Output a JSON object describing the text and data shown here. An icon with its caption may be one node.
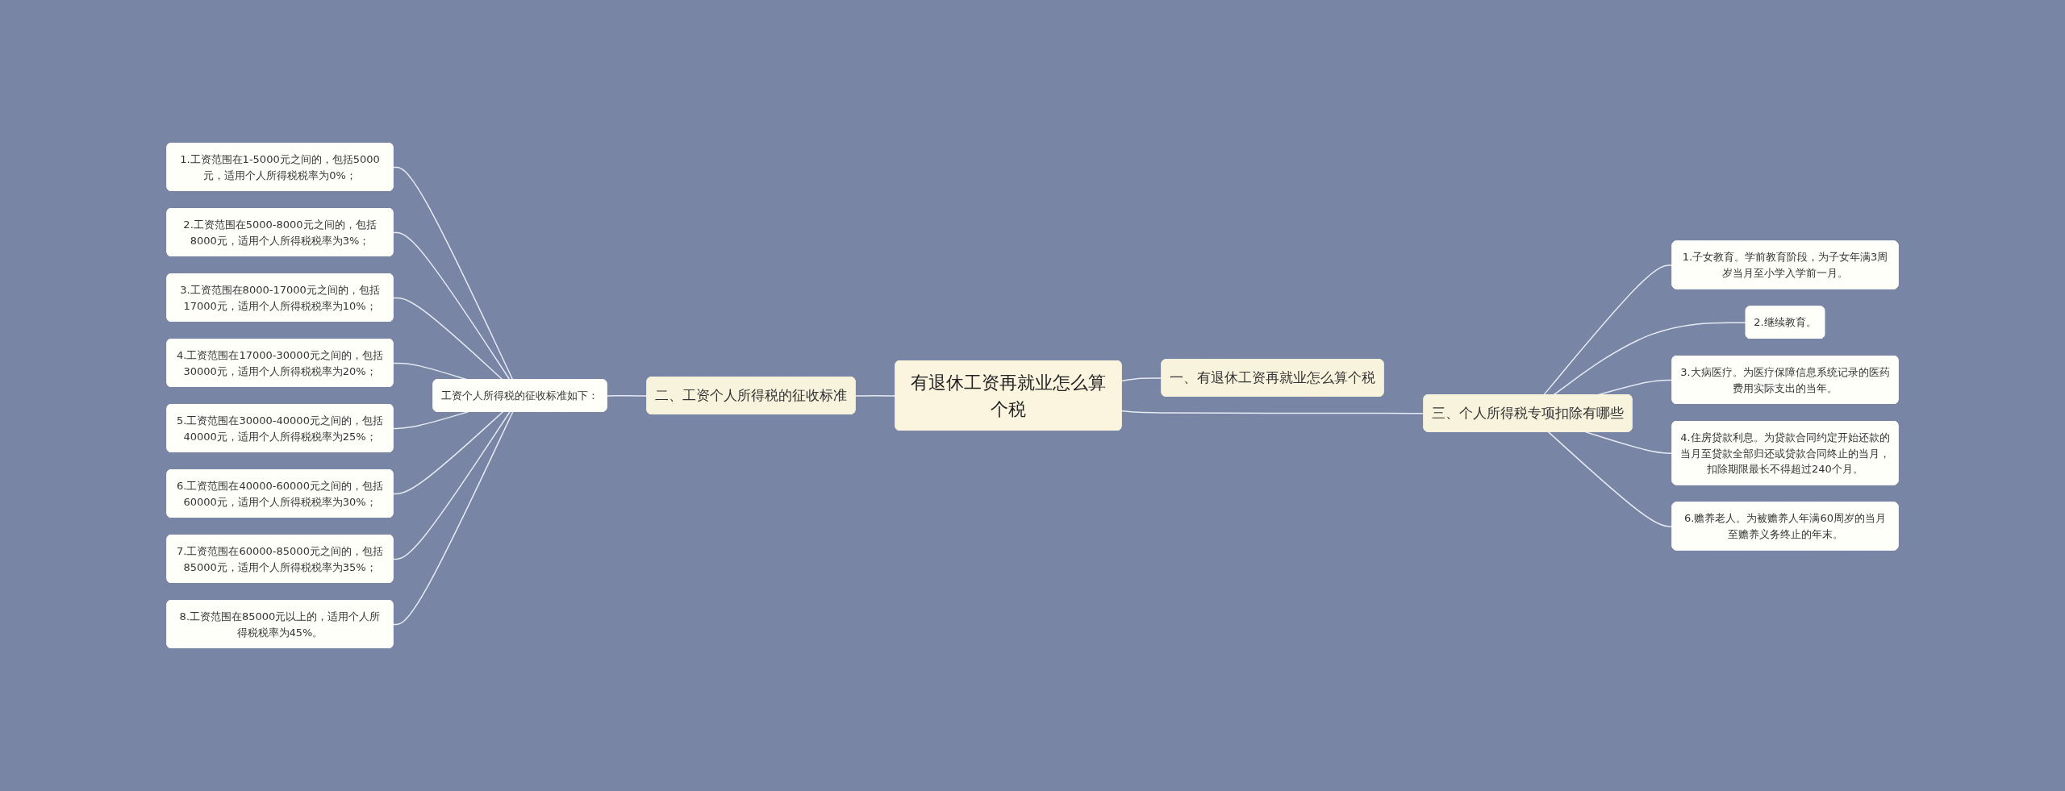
{
  "diagram": {
    "nodes": [
      {
        "text": [
          "有退休工资再就业怎么算个税"
        ]
      },
      {
        "text": [
          "一、有退休工资再就业怎么算个税"
        ]
      },
      {
        "text": [
          "二、工资个人所得税的征收标准"
        ]
      },
      {
        "text": [
          "工资个人所得税的征收标准如下："
        ]
      },
      {
        "text": [
          "1.工资范围在1-5000元之间的，包括5000元，适用个人所得税税率为0%；"
        ]
      },
      {
        "text": [
          "2.工资范围在5000-8000元之间的，包括8000元，适用个人所得税税率为3%；"
        ]
      },
      {
        "text": [
          "3.工资范围在8000-17000元之间的，包括17000元，适用个人所得税税率为10%；"
        ]
      },
      {
        "text": [
          "4.工资范围在17000-30000元之间的，包括30000元，适用个人所得税税率为20%；"
        ]
      },
      {
        "text": [
          "5.工资范围在30000-40000元之间的，包括40000元，适用个人所得税税率为25%；"
        ]
      },
      {
        "text": [
          "6.工资范围在40000-60000元之间的，包括60000元，适用个人所得税税率为30%；"
        ]
      },
      {
        "text": [
          "7.工资范围在60000-85000元之间的，包括85000元，适用个人所得税税率为35%；"
        ]
      },
      {
        "text": [
          "8.工资范围在85000元以上的，适用个人所得税税率为45%。"
        ]
      },
      {
        "text": [
          "三、个人所得税专项扣除有哪些"
        ]
      },
      {
        "text": [
          "1.子女教育。学前教育阶段，为子女年满3周岁当月至小学入学前一月。"
        ]
      },
      {
        "text": [
          "2.继续教育。"
        ]
      },
      {
        "text": [
          "3.大病医疗。为医疗保障信息系统记录的医药费用实际支出的当年。"
        ]
      },
      {
        "text": [
          "4.住房贷款利息。为贷款合同约定开始还款的当月至贷款全部归还或贷款合同终止的当月，扣除期限最长不得超过240个月。"
        ]
      },
      {
        "text": [
          "6.赡养老人。为被赡养人年满60周岁的当月至赡养义务终止的年末。"
        ]
      }
    ],
    "edges": [
      {
        "from": 0,
        "to": 1,
        "arrow": "none"
      },
      {
        "from": 2,
        "to": 0,
        "arrow": "none"
      },
      {
        "from": 3,
        "to": 2,
        "arrow": "none"
      },
      {
        "from": 4,
        "to": 3,
        "arrow": "none"
      },
      {
        "from": 5,
        "to": 3,
        "arrow": "none"
      },
      {
        "from": 6,
        "to": 3,
        "arrow": "none"
      },
      {
        "from": 7,
        "to": 3,
        "arrow": "none"
      },
      {
        "from": 8,
        "to": 3,
        "arrow": "none"
      },
      {
        "from": 9,
        "to": 3,
        "arrow": "none"
      },
      {
        "from": 10,
        "to": 3,
        "arrow": "none"
      },
      {
        "from": 11,
        "to": 3,
        "arrow": "none"
      },
      {
        "from": 0,
        "to": 12,
        "arrow": "none"
      },
      {
        "from": 12,
        "to": 13,
        "arrow": "none"
      },
      {
        "from": 12,
        "to": 14,
        "arrow": "none"
      },
      {
        "from": 12,
        "to": 15,
        "arrow": "none"
      },
      {
        "from": 12,
        "to": 16,
        "arrow": "none"
      },
      {
        "from": 12,
        "to": 17,
        "arrow": "none"
      }
    ]
  }
}
